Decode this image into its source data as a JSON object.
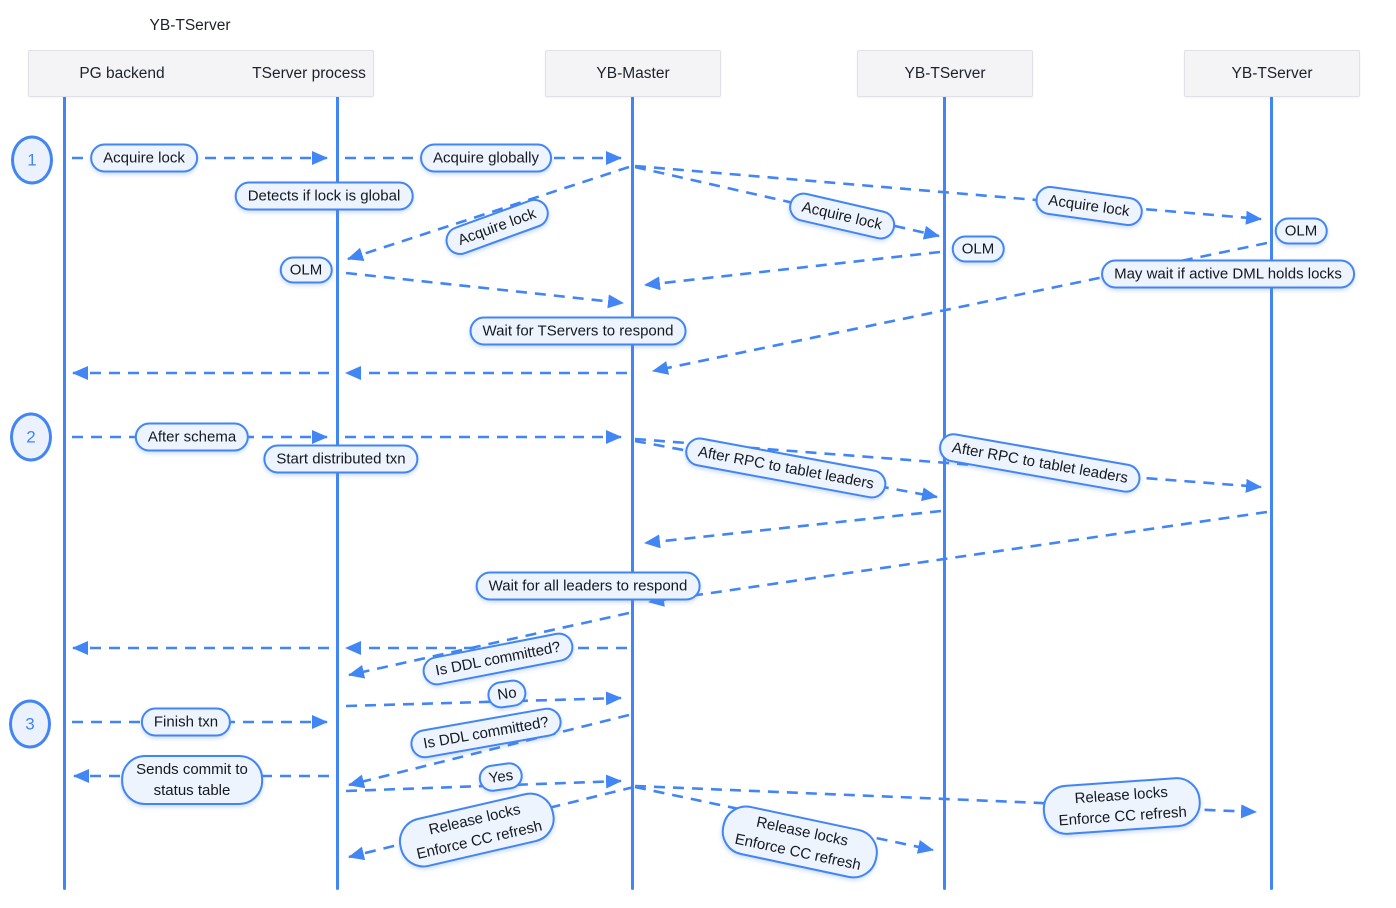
{
  "diagram": {
    "group_title": "YB-TServer",
    "actors": {
      "pg_backend": "PG backend",
      "tserver_process": "TServer process",
      "yb_master": "YB-Master",
      "yb_tserver_a": "YB-TServer",
      "yb_tserver_b": "YB-TServer"
    },
    "steps": {
      "s1": "1",
      "s2": "2",
      "s3": "3"
    },
    "labels": {
      "acquire_lock_1": "Acquire lock",
      "acquire_globally": "Acquire globally",
      "detects_global": "Detects if lock is global",
      "acquire_lock_2": "Acquire lock",
      "acquire_lock_3": "Acquire lock",
      "acquire_lock_4": "Acquire lock",
      "olm_1": "OLM",
      "olm_2": "OLM",
      "olm_3": "OLM",
      "may_wait": "May wait if active DML holds locks",
      "wait_tservers": "Wait for TServers to respond",
      "after_schema": "After schema",
      "start_txn": "Start distributed txn",
      "after_rpc_1": "After RPC to tablet leaders",
      "after_rpc_2": "After RPC to tablet leaders",
      "wait_leaders": "Wait for all leaders to respond",
      "is_ddl_1": "Is DDL committed?",
      "finish_txn": "Finish txn",
      "no": "No",
      "is_ddl_2": "Is DDL committed?",
      "sends_commit": "Sends commit to\nstatus table",
      "yes": "Yes",
      "release_1": "Release locks\nEnforce CC refresh",
      "release_2": "Release locks\nEnforce CC refresh",
      "release_3": "Release locks\nEnforce CC refresh"
    },
    "colors": {
      "accent": "#4285f4",
      "pill_fill": "#edf4fe",
      "header_fill": "#f4f4f6",
      "header_border": "#e0e1e6",
      "text": "#16191f"
    }
  }
}
